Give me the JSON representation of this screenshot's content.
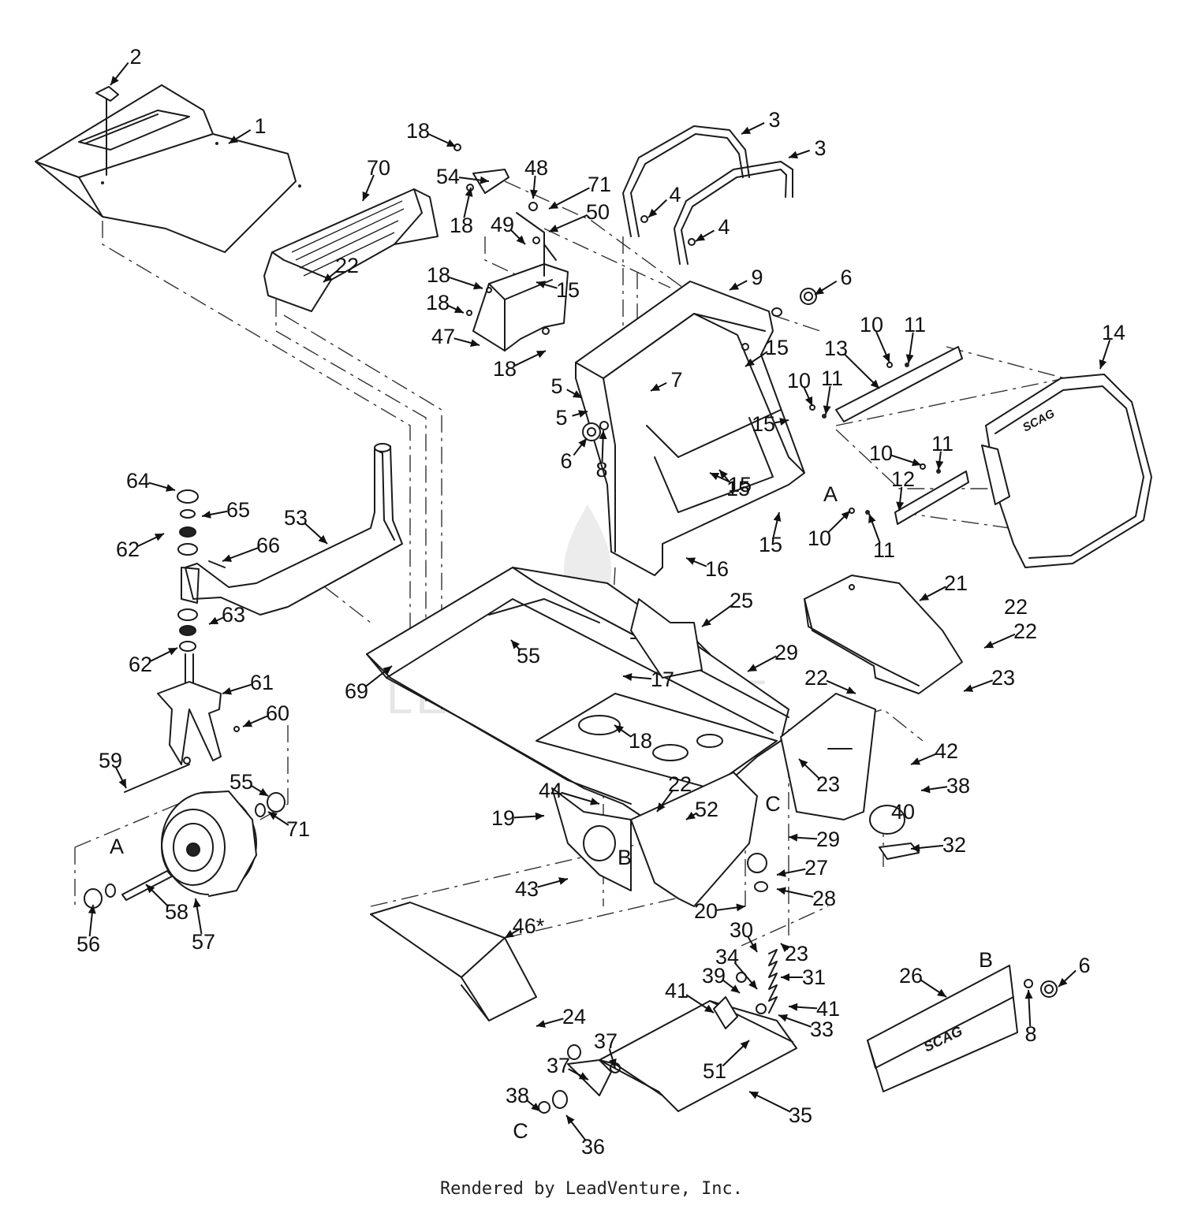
{
  "callouts": [
    {
      "n": "1"
    },
    {
      "n": "2"
    },
    {
      "n": "3"
    },
    {
      "n": "3"
    },
    {
      "n": "4"
    },
    {
      "n": "4"
    },
    {
      "n": "5"
    },
    {
      "n": "5"
    },
    {
      "n": "6"
    },
    {
      "n": "6"
    },
    {
      "n": "6"
    },
    {
      "n": "7"
    },
    {
      "n": "8"
    },
    {
      "n": "8"
    },
    {
      "n": "9"
    },
    {
      "n": "10"
    },
    {
      "n": "10"
    },
    {
      "n": "10"
    },
    {
      "n": "10"
    },
    {
      "n": "11"
    },
    {
      "n": "11"
    },
    {
      "n": "11"
    },
    {
      "n": "11"
    },
    {
      "n": "12"
    },
    {
      "n": "13"
    },
    {
      "n": "14"
    },
    {
      "n": "15"
    },
    {
      "n": "15"
    },
    {
      "n": "15"
    },
    {
      "n": "15"
    },
    {
      "n": "15"
    },
    {
      "n": "15"
    },
    {
      "n": "16"
    },
    {
      "n": "17"
    },
    {
      "n": "18"
    },
    {
      "n": "18"
    },
    {
      "n": "18"
    },
    {
      "n": "18"
    },
    {
      "n": "18"
    },
    {
      "n": "18"
    },
    {
      "n": "19"
    },
    {
      "n": "20"
    },
    {
      "n": "21"
    },
    {
      "n": "22"
    },
    {
      "n": "22"
    },
    {
      "n": "22"
    },
    {
      "n": "22"
    },
    {
      "n": "22"
    },
    {
      "n": "23"
    },
    {
      "n": "23"
    },
    {
      "n": "23"
    },
    {
      "n": "24"
    },
    {
      "n": "25"
    },
    {
      "n": "26"
    },
    {
      "n": "27"
    },
    {
      "n": "28"
    },
    {
      "n": "29"
    },
    {
      "n": "29"
    },
    {
      "n": "30"
    },
    {
      "n": "31"
    },
    {
      "n": "32"
    },
    {
      "n": "33"
    },
    {
      "n": "34"
    },
    {
      "n": "35"
    },
    {
      "n": "36"
    },
    {
      "n": "37"
    },
    {
      "n": "37"
    },
    {
      "n": "38"
    },
    {
      "n": "38"
    },
    {
      "n": "39"
    },
    {
      "n": "40"
    },
    {
      "n": "41"
    },
    {
      "n": "41"
    },
    {
      "n": "42"
    },
    {
      "n": "43"
    },
    {
      "n": "44"
    },
    {
      "n": "46*"
    },
    {
      "n": "47"
    },
    {
      "n": "48"
    },
    {
      "n": "49"
    },
    {
      "n": "50"
    },
    {
      "n": "51"
    },
    {
      "n": "52"
    },
    {
      "n": "53"
    },
    {
      "n": "54"
    },
    {
      "n": "55"
    },
    {
      "n": "55"
    },
    {
      "n": "56"
    },
    {
      "n": "57"
    },
    {
      "n": "58"
    },
    {
      "n": "59"
    },
    {
      "n": "60"
    },
    {
      "n": "61"
    },
    {
      "n": "62"
    },
    {
      "n": "62"
    },
    {
      "n": "63"
    },
    {
      "n": "64"
    },
    {
      "n": "65"
    },
    {
      "n": "66"
    },
    {
      "n": "69"
    },
    {
      "n": "70"
    },
    {
      "n": "71"
    },
    {
      "n": "71"
    },
    {
      "n": "A"
    },
    {
      "n": "A"
    },
    {
      "n": "B"
    },
    {
      "n": "B"
    },
    {
      "n": "C"
    },
    {
      "n": "C"
    }
  ],
  "brand_text": "SCAG",
  "watermark_text": "LEADVENTURE",
  "footer_text": "Rendered by LeadVenture, Inc."
}
